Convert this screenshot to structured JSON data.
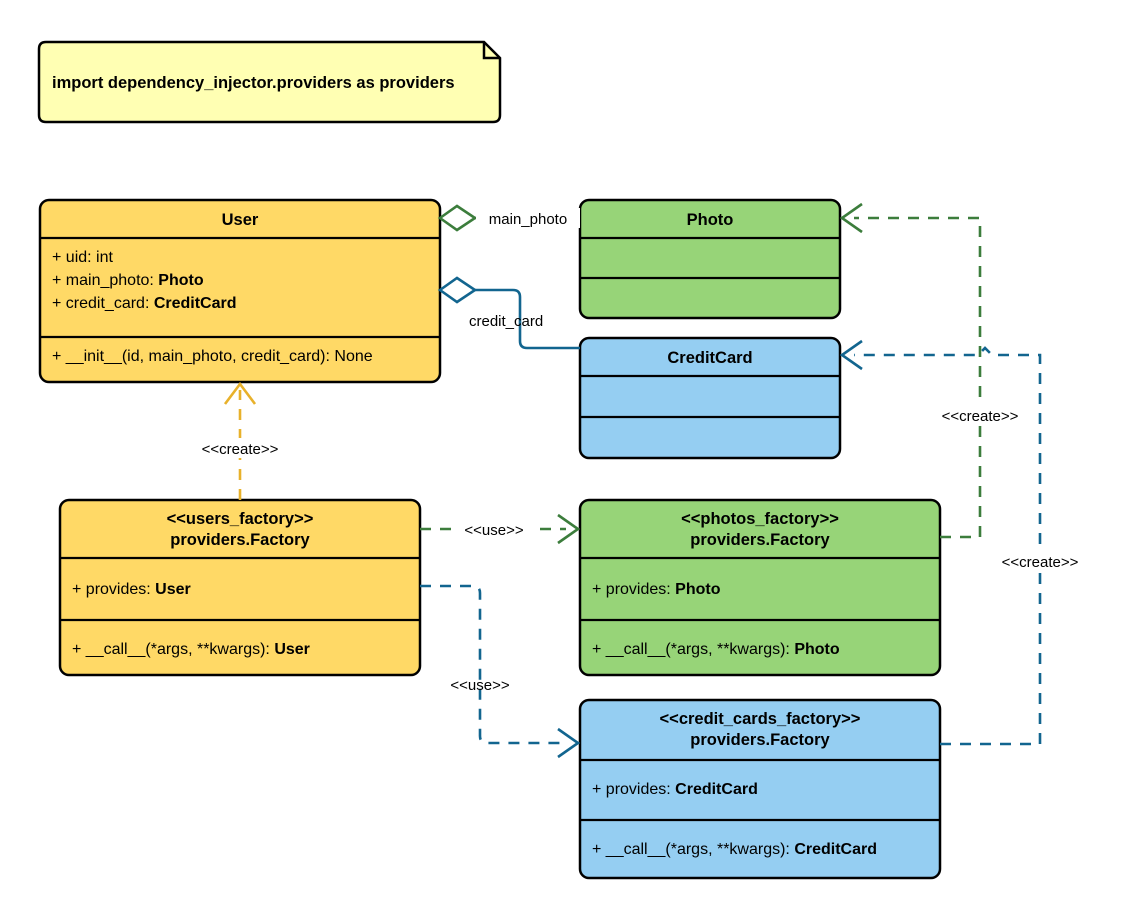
{
  "diagram": {
    "title": "Dependency Injector Factory providers UML class diagram",
    "colors": {
      "yellow_fill": "#FFD966",
      "green_fill": "#97D478",
      "blue_fill": "#95CEF2",
      "note_fill": "#FFFFB3",
      "green_line": "#3C7D3C",
      "blue_line": "#12658F",
      "orange_line": "#E8B12B",
      "outline": "#000000",
      "background": "#FFFFFF"
    }
  },
  "note": {
    "text": "import dependency_injector.providers as providers"
  },
  "classes": {
    "user": {
      "title": "User",
      "attributes": [
        {
          "prefix": "+ uid: ",
          "type": "int",
          "type_bold": false
        },
        {
          "prefix": "+ main_photo: ",
          "type": "Photo",
          "type_bold": true
        },
        {
          "prefix": "+ credit_card: ",
          "type": "CreditCard",
          "type_bold": true
        }
      ],
      "methods": [
        {
          "prefix": "+ __init__(id, main_photo, credit_card): ",
          "type": "None",
          "type_bold": false
        }
      ]
    },
    "photo": {
      "title": "Photo",
      "attributes": [],
      "methods": []
    },
    "credit_card": {
      "title": "CreditCard",
      "attributes": [],
      "methods": []
    },
    "users_factory": {
      "title_line1": "<<users_factory>>",
      "title_line2": "providers.Factory",
      "attributes": [
        {
          "prefix": "+ provides: ",
          "type": "User",
          "type_bold": true
        }
      ],
      "methods": [
        {
          "prefix": "+ __call__(*args, **kwargs): ",
          "type": "User",
          "type_bold": true
        }
      ]
    },
    "photos_factory": {
      "title_line1": "<<photos_factory>>",
      "title_line2": "providers.Factory",
      "attributes": [
        {
          "prefix": "+ provides: ",
          "type": "Photo",
          "type_bold": true
        }
      ],
      "methods": [
        {
          "prefix": "+ __call__(*args, **kwargs): ",
          "type": "Photo",
          "type_bold": true
        }
      ]
    },
    "credit_cards_factory": {
      "title_line1": "<<credit_cards_factory>>",
      "title_line2": "providers.Factory",
      "attributes": [
        {
          "prefix": "+ provides: ",
          "type": "CreditCard",
          "type_bold": true
        }
      ],
      "methods": [
        {
          "prefix": "+ __call__(*args, **kwargs): ",
          "type": "CreditCard",
          "type_bold": true
        }
      ]
    }
  },
  "relations": {
    "user_main_photo": {
      "label": "main_photo",
      "kind": "aggregation",
      "color": "#3C7D3C"
    },
    "user_credit_card": {
      "label": "credit_card",
      "kind": "aggregation",
      "color": "#12658F"
    },
    "users_factory_create_user": {
      "label": "<<create>>",
      "kind": "create",
      "color": "#E8B12B"
    },
    "users_factory_use_photos": {
      "label": "<<use>>",
      "kind": "use",
      "color": "#3C7D3C"
    },
    "users_factory_use_credit_cards": {
      "label": "<<use>>",
      "kind": "use",
      "color": "#12658F"
    },
    "photos_factory_create_photo": {
      "label": "<<create>>",
      "kind": "create",
      "color": "#3C7D3C"
    },
    "credit_cards_factory_create_credit_card": {
      "label": "<<create>>",
      "kind": "create",
      "color": "#12658F"
    }
  }
}
